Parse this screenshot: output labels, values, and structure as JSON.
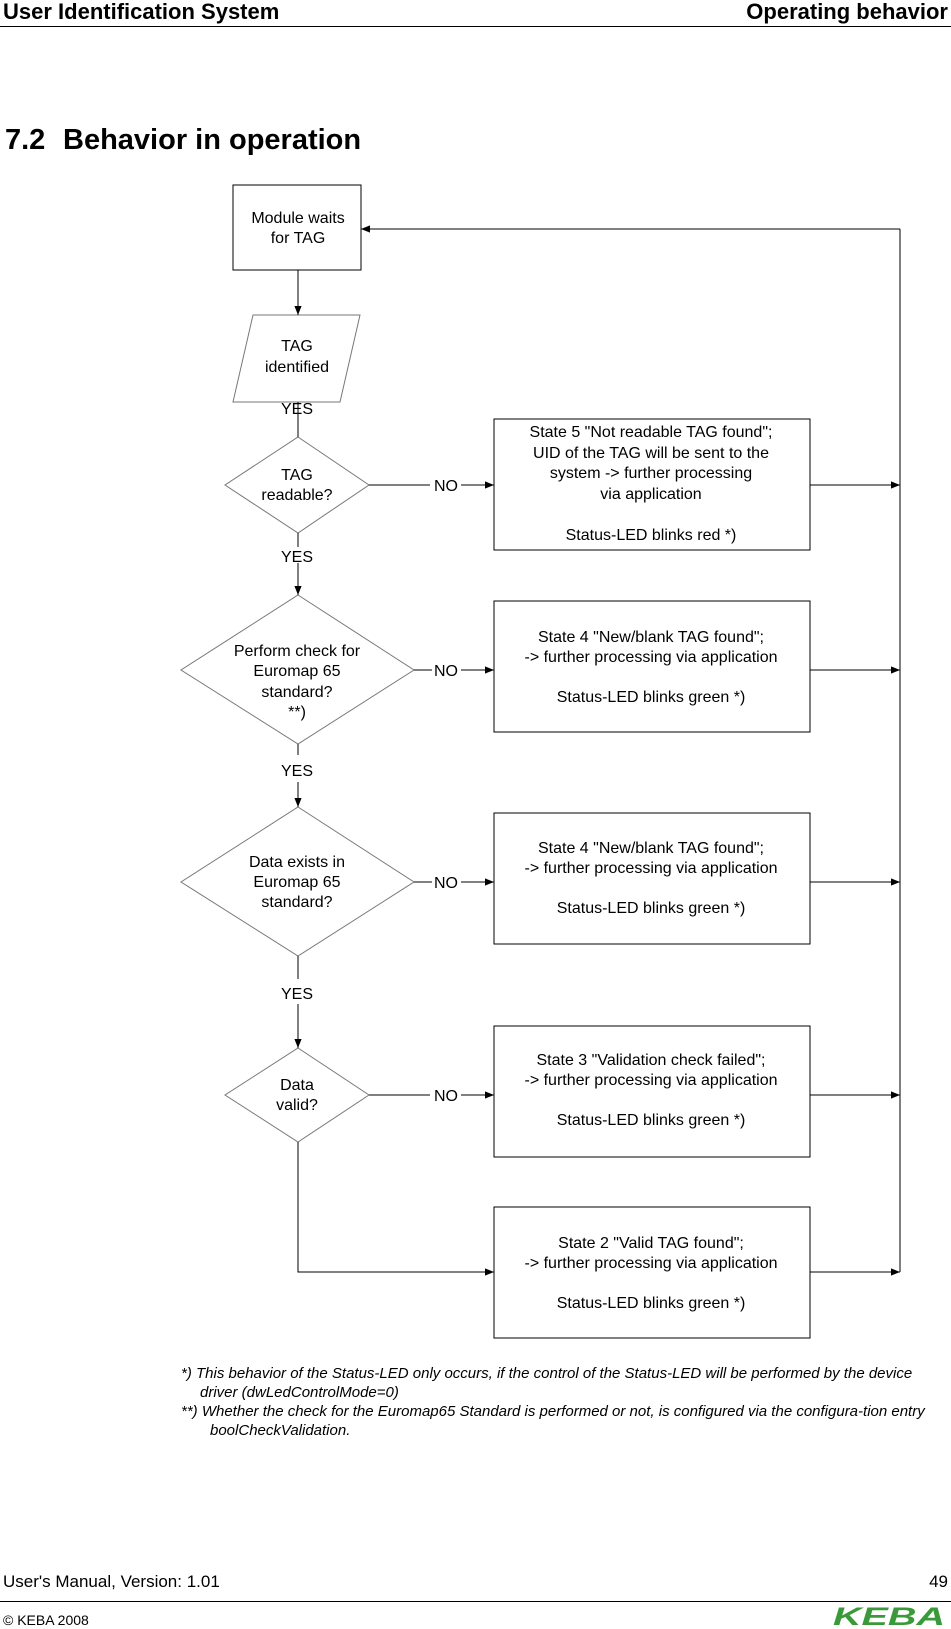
{
  "header": {
    "left": "User Identification System",
    "right": "Operating behavior"
  },
  "section": {
    "number": "7.2",
    "title": "Behavior in operation"
  },
  "flowchart": {
    "start": [
      "Module waits",
      "for TAG"
    ],
    "identified": [
      "TAG",
      "identified"
    ],
    "decision_readable": [
      "TAG",
      "readable?"
    ],
    "decision_check": [
      "Perform check for",
      "Euromap 65",
      "standard?",
      "**)"
    ],
    "decision_exists": [
      "Data exists in",
      "Euromap 65",
      "standard?"
    ],
    "decision_valid": [
      "Data",
      "valid?"
    ],
    "yes_label": "YES",
    "no_label": "NO",
    "state5": [
      "State 5 \"Not readable TAG found\";",
      "UID of the TAG will be sent to the",
      "system -> further processing",
      "via application",
      "",
      "Status-LED blinks red *)"
    ],
    "state4a": [
      "State 4 \"New/blank TAG found\";",
      "-> further processing via application",
      "",
      "Status-LED blinks green *)"
    ],
    "state4b": [
      "State 4 \"New/blank TAG found\";",
      "-> further processing via application",
      "",
      "Status-LED blinks green *)"
    ],
    "state3": [
      "State 3 \"Validation check failed\";",
      "-> further processing via application",
      "",
      "Status-LED blinks green *)"
    ],
    "state2": [
      "State 2 \"Valid TAG found\";",
      "-> further processing via application",
      "",
      "Status-LED blinks green *)"
    ]
  },
  "footnotes": {
    "note1": "*) This behavior of the Status-LED only occurs, if the control of the Status-LED will be performed by the device driver (dwLedControlMode=0)",
    "note2": "**) Whether the check for the Euromap65 Standard is performed or not, is configured via the configura-tion entry boolCheckValidation."
  },
  "footer": {
    "manual": "User's Manual, Version: 1.01",
    "page": "49",
    "copyright": "© KEBA 2008",
    "logo_text": "KEBA"
  }
}
